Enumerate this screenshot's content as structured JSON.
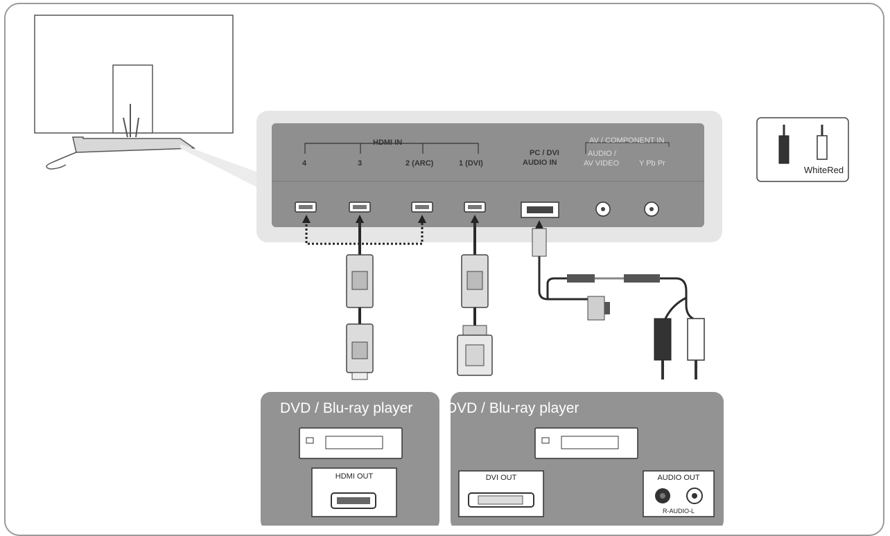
{
  "tv_panel": {
    "hdmi_group": "HDMI IN",
    "hdmi_ports": [
      "4",
      "3",
      "2 (ARC)",
      "1 (DVI)"
    ],
    "pc_dvi_audio_in": [
      "PC / DVI",
      "AUDIO IN"
    ],
    "av_group": "AV / COMPONENT IN",
    "av_audio": [
      "AUDIO /",
      "AV VIDEO"
    ],
    "component": "Y  Pb  Pr"
  },
  "legend": {
    "label": "WhiteRed"
  },
  "devices": [
    {
      "caption": "DVD / Blu-ray player",
      "outputs": [
        "HDMI OUT"
      ]
    },
    {
      "caption": "DVD / Blu-ray player",
      "outputs": [
        "DVI OUT",
        "AUDIO OUT"
      ],
      "audio_sub": "R-AUDIO-L"
    }
  ],
  "colors": {
    "panel": "#e2e2e2",
    "device_box": "#939393",
    "cable": "#2a2a2a"
  }
}
